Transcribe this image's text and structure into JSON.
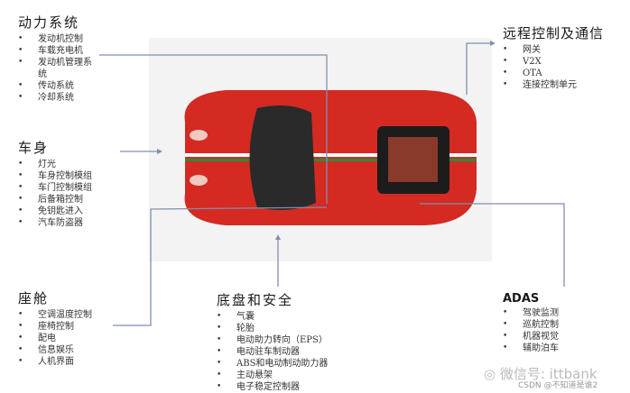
{
  "groups": {
    "powertrain": {
      "title": "动力系统",
      "items": [
        "发动机控制",
        "车载充电机",
        "发动机管理系统",
        "传动系统",
        "冷却系统"
      ]
    },
    "body": {
      "title": "车身",
      "items": [
        "灯光",
        "车身控制模组",
        "车门控制模组",
        "后备箱控制",
        "免钥匙进入",
        "汽车防盗器"
      ]
    },
    "cabin": {
      "title": "座舱",
      "items": [
        "空调温度控制",
        "座椅控制",
        "配电",
        "信息娱乐",
        "人机界面"
      ]
    },
    "chassis": {
      "title": "底盘和安全",
      "items": [
        "气囊",
        "轮胎",
        "电动助力转向（EPS）",
        "电动驻车制动器",
        "ABS和电动制动助力器",
        "主动悬架",
        "电子稳定控制器"
      ]
    },
    "telematics": {
      "title": "远程控制及通信",
      "items": [
        "网关",
        "V2X",
        "OTA",
        "连接控制单元"
      ]
    },
    "adas": {
      "title": "ADAS",
      "items": [
        "驾驶监测",
        "巡航控制",
        "机器视觉",
        "辅助泊车"
      ]
    }
  },
  "watermark": {
    "wechat": "微信号: ittbank",
    "csdn": "CSDN @不知道是谁2"
  },
  "colors": {
    "car": "#d42a22",
    "line": "#7f8fb0"
  }
}
